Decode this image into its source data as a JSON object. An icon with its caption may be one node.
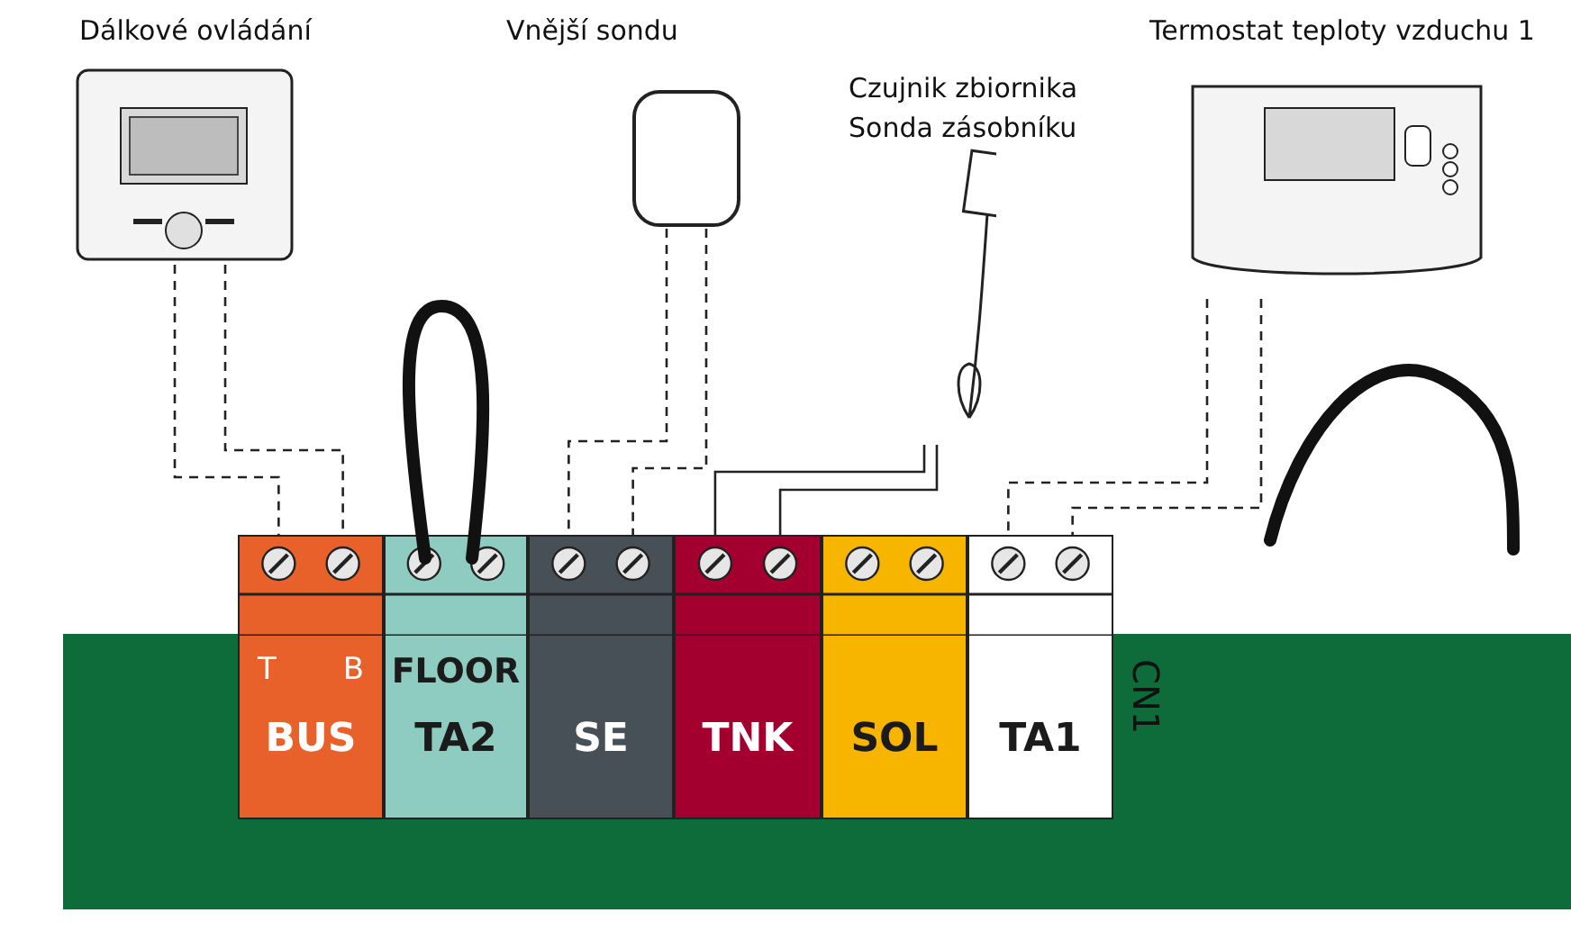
{
  "diagram": {
    "nodes": [
      {
        "text": [
          "Dálkové ovládání"
        ]
      },
      {
        "text": [
          "Vnější sondu"
        ]
      },
      {
        "text": [
          "Czujnik zbiornika",
          "Sonda zásobníku"
        ]
      },
      {
        "text": [
          "Termostat teploty vzduchu 1"
        ]
      },
      {
        "text": [
          "T",
          "B",
          "BUS"
        ]
      },
      {
        "text": [
          "FLOOR",
          "TA2"
        ]
      },
      {
        "text": [
          "SE"
        ]
      },
      {
        "text": [
          "TNK"
        ]
      },
      {
        "text": [
          "SOL"
        ]
      },
      {
        "text": [
          "TA1"
        ]
      }
    ],
    "edges": [
      {
        "from": 0,
        "to": 4,
        "arrow": "none",
        "style": "dashed"
      },
      {
        "from": 0,
        "to": 4,
        "arrow": "none",
        "style": "dashed"
      },
      {
        "from": 1,
        "to": 6,
        "arrow": "none",
        "style": "dashed"
      },
      {
        "from": 1,
        "to": 6,
        "arrow": "none",
        "style": "dashed"
      },
      {
        "from": 2,
        "to": 7,
        "arrow": "none"
      },
      {
        "from": 2,
        "to": 7,
        "arrow": "none"
      },
      {
        "from": 3,
        "to": 9,
        "arrow": "none",
        "style": "dashed"
      },
      {
        "from": 3,
        "to": 9,
        "arrow": "none",
        "style": "dashed"
      }
    ],
    "labels": [
      "CN1"
    ]
  }
}
